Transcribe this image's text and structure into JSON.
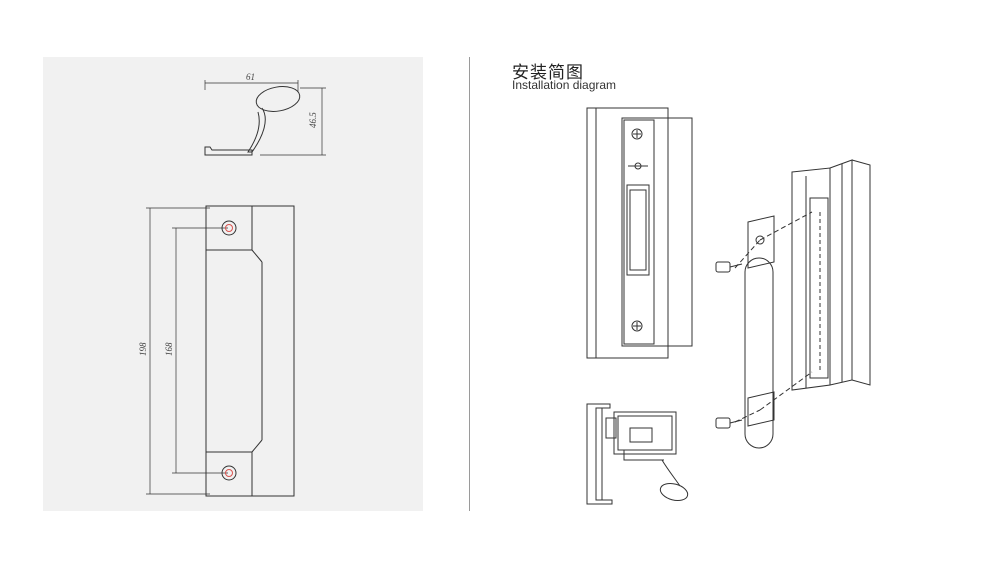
{
  "header": {
    "title_zh": "安装简图",
    "title_en": "Installation diagram"
  },
  "dimensions": {
    "width_top": "61",
    "height_side": "46.5",
    "total_length": "198",
    "hole_spacing": "168"
  },
  "colors": {
    "line": "#333333",
    "panel_bg": "#f1f1f1",
    "hole_accent": "#d9534f"
  }
}
